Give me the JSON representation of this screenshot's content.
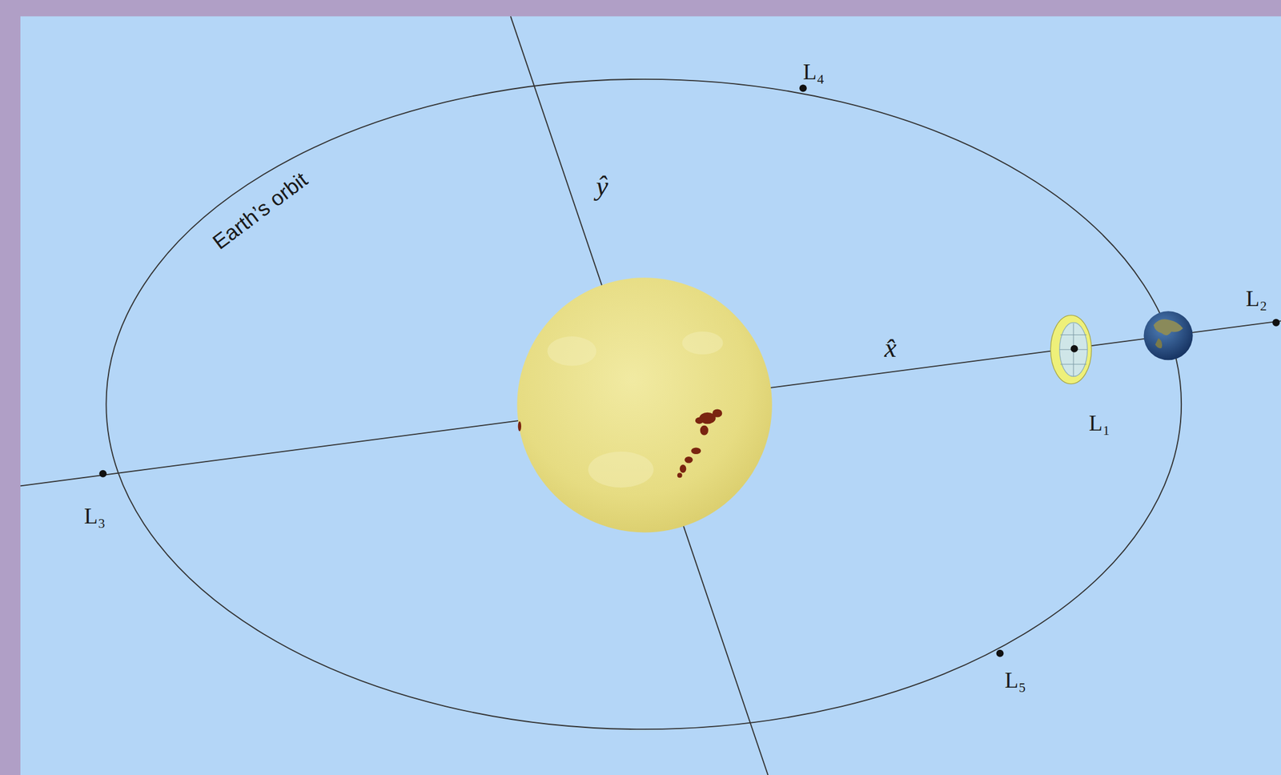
{
  "diagram": {
    "labels": [
      "Earth’s orbit",
      "ŷ",
      "L₄",
      "x̂",
      "L₂",
      "L₁",
      "L₃",
      "L₅"
    ]
  }
}
